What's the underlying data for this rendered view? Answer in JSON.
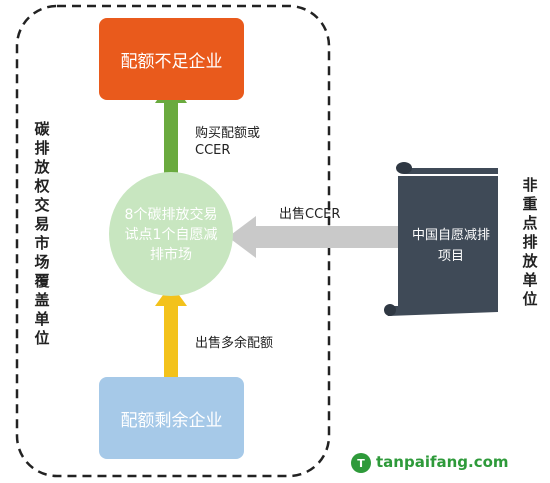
{
  "boundary_label": "碳排放权交易市场覆盖单位",
  "right_label": "非重点排放单位",
  "top_box": "配额不足企业",
  "center_circle": "8个碳排放交易试点1个自愿减排市场",
  "bottom_box": "配额剩余企业",
  "scroll_box": "中国自愿减排项目",
  "arrow_up_top_label_line1": "购买配额或",
  "arrow_up_top_label_line2": "CCER",
  "arrow_bottom_label": "出售多余配额",
  "arrow_left_label": "出售CCER",
  "logo_text": "tanpaifang.com",
  "colors": {
    "top_box": "#e95a1c",
    "circle": "#c8e6c0",
    "bottom_box": "#a6c9e8",
    "green_arrow": "#6aaa3e",
    "yellow_arrow": "#f3c21b",
    "gray_arrow": "#c9c9c9",
    "scroll": "#3f4a57"
  }
}
